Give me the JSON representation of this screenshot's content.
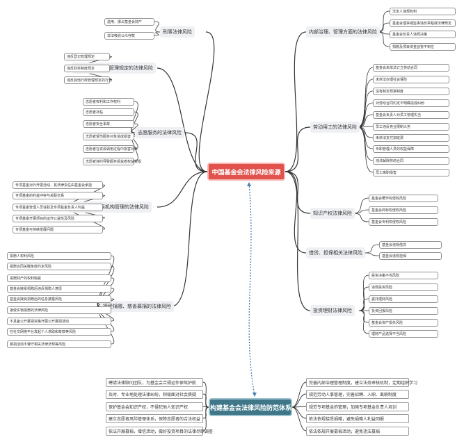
{
  "root_top": "中国基金会法律风险来源",
  "root_bottom": "构建基金会法律风险防范体系",
  "branches_left": [
    {
      "label": "刑事法律风险",
      "leaves": [
        "滥用、挪占基金会财产",
        "非法吸收公众存款"
      ]
    },
    {
      "label": "违反税务、行政管理规定的法律风险",
      "leaves": [
        "违反登记管理规定",
        "违反财务制度规定",
        "违反其他行政管理规定的行为"
      ]
    },
    {
      "label": "志愿服务的法律风险",
      "leaves": [
        "志愿者权利和工作权利",
        "志愿者补贴",
        "志愿者安全事故",
        "志愿者受伤服务对象造成损害",
        "志愿者在资源调用过程中损害对象",
        "志愿者违约导致服务受益者权益受损"
      ]
    },
    {
      "label": "专项基金、代表机构管理的法律风险",
      "leaves": [
        "专项基金对外开展活动、其法律责任由基金会承担",
        "专项基金的利益冲突与关联交易",
        "专项基金管理人员任职及专项基金负责人利益",
        "专项基金开展项目的运作公益性及风险",
        "专项基金可持续发展问题"
      ]
    },
    {
      "label": "接受捐赠、慈善募捐的法律风险",
      "leaves": [
        "捐赠人权利风险",
        "捐赠合同关键条款约定风险",
        "捐赠财产的权利瑕疵",
        "基金会接受捐赠后违反捐赠人意愿",
        "基金会接受捐赠后的信息披露风险",
        "接受实物捐赠的法律风险",
        "不具备公开募捐资格开展公开募捐活动",
        "在社交网络平台发起个人求助和筹款等风险",
        "募捐活动不遵守相关法律法规等风险"
      ]
    }
  ],
  "branches_right": [
    {
      "label": "内部治理、管理方面的法律风险",
      "leaves": [
        "法定人违规权利",
        "基金会理事或监事违反章程或法律规定",
        "基金会负责人违规决策",
        "捐赠及项目资金监管不到位"
      ]
    },
    {
      "label": "劳动用工的法律风险",
      "leaves": [
        "基金会未依法订立劳动合同",
        "未依法办理社会保险",
        "没有制定规章制度",
        "对劳动合同约定不明确造成纠纷",
        "基金会负责人对员工管理失当",
        "员工违反竞业限制义务",
        "未依法支付加班费",
        "专职管理人员的权益保障",
        "违法解除劳动合同",
        "员工离职损害"
      ]
    },
    {
      "label": "知识产权法律风险",
      "leaves": [
        "基金会著作权侵权风险",
        "基金会商标权侵权风险",
        "基金会专利权侵权风险"
      ]
    },
    {
      "label": "借贷、担保相关法律风险",
      "leaves": [
        "基金会违规借贷",
        "基金会违规担保"
      ]
    },
    {
      "label": "投资理财法律风险",
      "leaves": [
        "投资决策不当风险",
        "违规投资风险",
        "委托理财风险",
        "投资回报风险",
        "基金会资产损失风险",
        "理财产品选择不当风险"
      ]
    }
  ],
  "prevention_left": [
    "聘请法律顾问团队，为基金会合规运作保驾护航",
    "及时、专业地处理法律纠纷，积极面对社会质疑",
    "保护基金会知识产权，不侵犯他人知识产权",
    "建立志愿者风险管理体系，保障志愿者的合法权益",
    "依法开展募捐，增信活动，做好投资项目的法律尽职调查"
  ],
  "prevention_right": [
    "完善内部治理管理制度，建立法务审核机制，定期组织学习",
    "规范劳动人事管理，完善招聘、入职、离职制度",
    "规范专项基金的管理，加强专项基金负责人培训",
    "依法依规接受捐赠，避免捐赠人利益回报",
    "依法依规开展募捐活动，避免违法募捐"
  ],
  "colors": {
    "root": "#e0524b",
    "root_bottom": "#3f7789",
    "line": "#333333",
    "dotted": "#4a7fb0"
  }
}
